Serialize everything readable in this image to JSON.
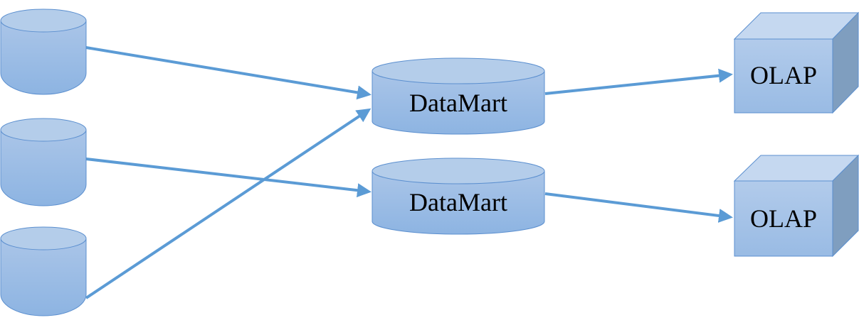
{
  "diagram": {
    "source_count": 3,
    "datamarts": [
      {
        "label": "DataMart"
      },
      {
        "label": "DataMart"
      }
    ],
    "olap_cubes": [
      {
        "label": "OLAP"
      },
      {
        "label": "OLAP"
      }
    ],
    "connections": [
      {
        "from": "source-1",
        "to": "datamart-1"
      },
      {
        "from": "source-2",
        "to": "datamart-2"
      },
      {
        "from": "source-3",
        "to": "datamart-1"
      },
      {
        "from": "datamart-1",
        "to": "olap-1"
      },
      {
        "from": "datamart-2",
        "to": "olap-2"
      }
    ]
  },
  "colors": {
    "arrow": "#5b9bd5",
    "cylinder_top": "#b4cdea",
    "cylinder_body_light": "#aac5e8",
    "cylinder_body_dark": "#8db4e2",
    "outline": "#5b8fcf",
    "cube_front": "#a6c3e8",
    "cube_top": "#c5d8f0",
    "cube_side": "#7f9ebf"
  }
}
